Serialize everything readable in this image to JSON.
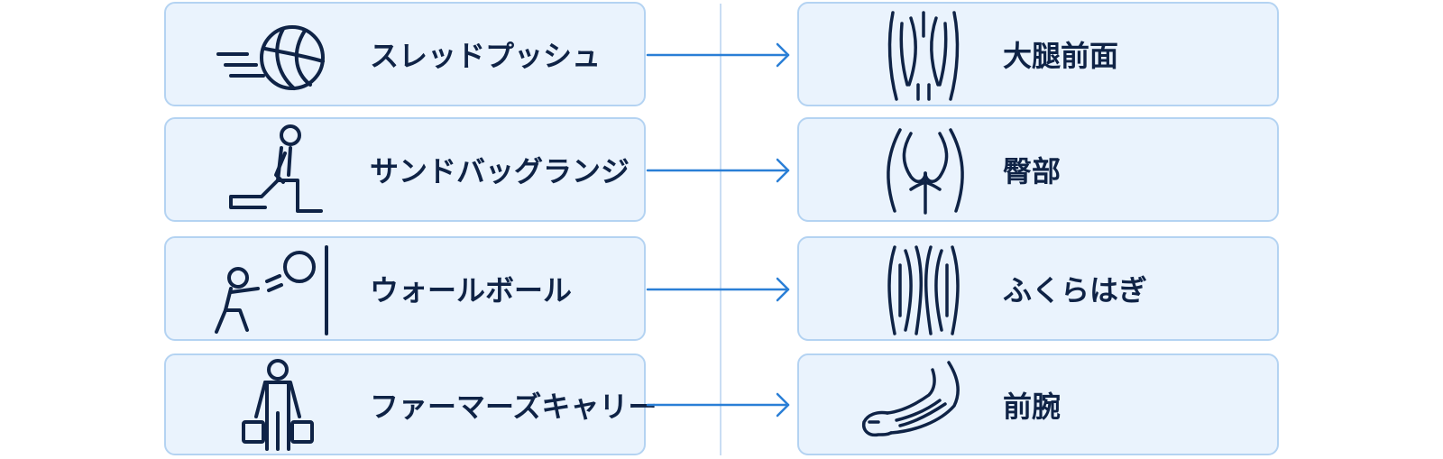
{
  "exercises": [
    {
      "label": "スレッドプッシュ",
      "icon": "sled-push-icon"
    },
    {
      "label": "サンドバッグランジ",
      "icon": "sandbag-lunge-icon"
    },
    {
      "label": "ウォールボール",
      "icon": "wall-ball-icon"
    },
    {
      "label": "ファーマーズキャリー",
      "icon": "farmers-carry-icon"
    }
  ],
  "muscles": [
    {
      "label": "大腿前面",
      "icon": "front-thigh-icon"
    },
    {
      "label": "臀部",
      "icon": "glutes-icon"
    },
    {
      "label": "ふくらはぎ",
      "icon": "calves-icon"
    },
    {
      "label": "前腕",
      "icon": "forearm-icon"
    }
  ],
  "colors": {
    "card_fill": "#eaf3fd",
    "card_border": "#b4d3f2",
    "text": "#0f2346",
    "arrow": "#2a7fd6",
    "divider": "#c9ddf3"
  }
}
